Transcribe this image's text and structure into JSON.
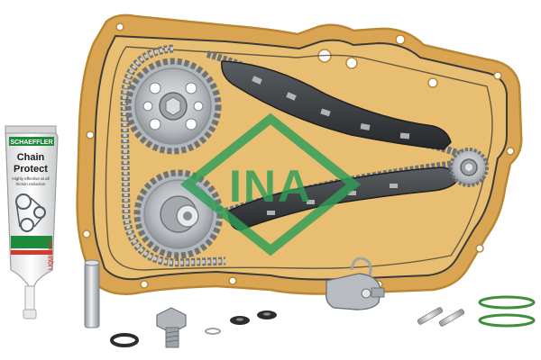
{
  "product_photo": {
    "tube": {
      "brand": "SCHAEFFLER",
      "title_line1": "Chain",
      "title_line2": "Protect",
      "subtitle_line1": "Highly effective at all",
      "subtitle_line2": "friction reduction",
      "side_brand": "LIQUI MOLY"
    },
    "watermark_logo": "INA",
    "colors": {
      "gasket": "#d9a552",
      "gasket_edge": "#b98634",
      "metal": "#c8cbce",
      "metal_dark": "#7c8186",
      "guide_dark": "#3c3f42",
      "logo_green": "#2f9e58",
      "tube_green": "#1f8a3c",
      "oring_green": "#3f8f3a"
    }
  }
}
